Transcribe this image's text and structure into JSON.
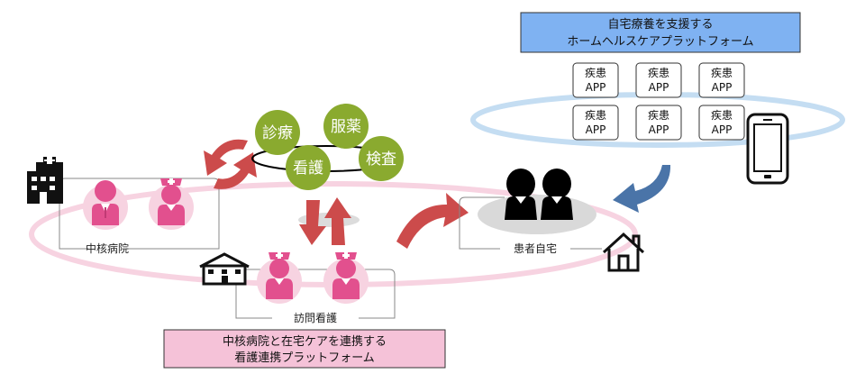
{
  "platform_home": {
    "line1": "自宅療養を支援する",
    "line2": "ホームヘルスケアプラットフォーム"
  },
  "platform_nursing": {
    "line1": "中核病院と在宅ケアを連携する",
    "line2": "看護連携プラットフォーム"
  },
  "nodes": {
    "hospital": "中核病院",
    "home": "患者自宅",
    "visiting_nurse": "訪問看護"
  },
  "care_bubbles": [
    "診療",
    "服薬",
    "看護",
    "検査"
  ],
  "apps": [
    {
      "line1": "疾患",
      "line2": "APP"
    },
    {
      "line1": "疾患",
      "line2": "APP"
    },
    {
      "line1": "疾患",
      "line2": "APP"
    },
    {
      "line1": "疾患",
      "line2": "APP"
    },
    {
      "line1": "疾患",
      "line2": "APP"
    },
    {
      "line1": "疾患",
      "line2": "APP"
    }
  ],
  "colors": {
    "pink_figure": "#e2508e",
    "pink_halo": "#f7d3e1",
    "green_bubble": "#8aaa2f",
    "red_arrow": "#cc4b4b",
    "blue_arrow": "#4a74a8",
    "blue_title_box": "#7fb2f2",
    "pink_title_box": "#f5c2d8",
    "blue_ring": "#c4ddf2"
  },
  "icons": [
    "hospital-building-icon",
    "house-icon",
    "visiting-nurse-office-icon",
    "smartphone-icon",
    "patient-silhouette-icon",
    "nurse-icon",
    "doctor-icon"
  ]
}
